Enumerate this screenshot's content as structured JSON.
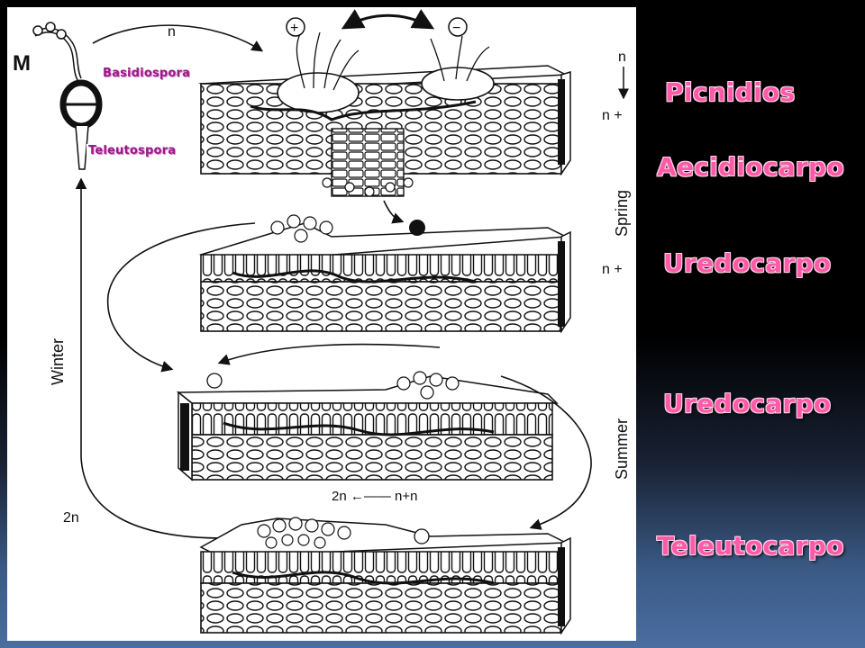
{
  "diagram": {
    "marker_letter": "M",
    "annotations": {
      "basidiospora": "Basidiospora",
      "teleutospora": "Teleutospora"
    },
    "arrow_labels": {
      "top_n": "n",
      "bottom_2n": "2n",
      "plus": "+",
      "minus": "−",
      "right_n": "n",
      "right_nplus1": "n +",
      "right_nplus2": "n +",
      "ploidy_transition": "2n ←—— n+n"
    },
    "seasons": {
      "winter": "Winter",
      "spring": "Spring",
      "summer": "Summer"
    }
  },
  "labels": [
    "Picnidios",
    "Aecidiocarpo",
    "Uredocarpo",
    "Uredocarpo",
    "Teleutocarpo"
  ],
  "colors": {
    "label_pink": "#ff5aa8",
    "annotation_magenta": "#9a1a86",
    "background_top": "#000000",
    "background_bottom": "#4a6ea0"
  }
}
